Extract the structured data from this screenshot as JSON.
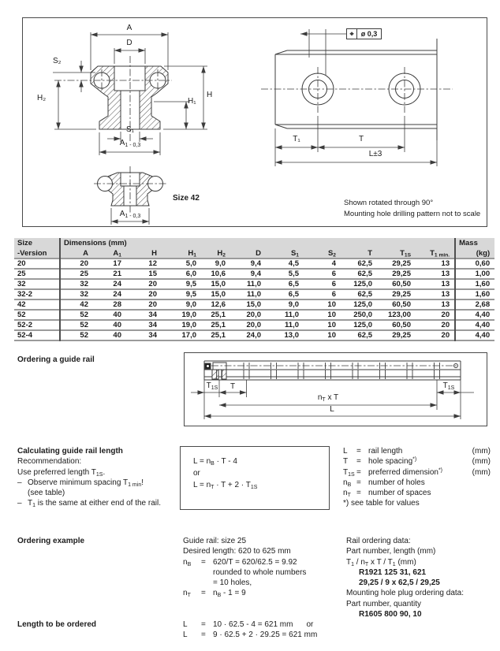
{
  "colors": {
    "ink": "#1c1c1c",
    "drawing_line": "#3c3c3c",
    "table_header_bg": "#d8d8d8",
    "row_rule": "#9b9b9b",
    "column_divider": "#4f4f4f"
  },
  "drawing": {
    "cross_section": {
      "dim_a": "A",
      "dim_d": "D",
      "dim_s2": "S₂",
      "dim_h2": "H₂",
      "dim_h": "H",
      "dim_h1": "H₁",
      "dim_s1": "S₁",
      "dim_a1": "A_{1 - 0,3}"
    },
    "size42": {
      "dim_a1": "A_{1 - 0,3}",
      "caption": "Size 42"
    },
    "top_view": {
      "tol_symbol": "⌖",
      "tol_value": "ø 0,3",
      "dim_t1": "T₁",
      "dim_t": "T",
      "dim_l": "L±3",
      "note1": "Shown rotated through 90°",
      "note2": "Mounting hole drilling pattern not to scale"
    }
  },
  "table": {
    "size_header_line1": "Size",
    "size_header_line2": "-Version",
    "dim_group_header": "Dimensions (mm)",
    "mass_header_line1": "Mass",
    "mass_header_line2": "(kg)",
    "columns": [
      "A",
      "A_{1}",
      "H",
      "H_{1}",
      "H_{2}",
      "D",
      "S_{1}",
      "S_{2}",
      "T",
      "T_{1S}",
      "T_{1 min.}"
    ],
    "rows": [
      {
        "version": "20",
        "values": [
          "20",
          "17",
          "12",
          "5,0",
          "9,0",
          "9,4",
          "4,5",
          "4",
          "62,5",
          "29,25",
          "13"
        ],
        "mass": "0,60"
      },
      {
        "version": "25",
        "values": [
          "25",
          "21",
          "15",
          "6,0",
          "10,6",
          "9,4",
          "5,5",
          "6",
          "62,5",
          "29,25",
          "13"
        ],
        "mass": "1,00"
      },
      {
        "version": "32",
        "values": [
          "32",
          "24",
          "20",
          "9,5",
          "15,0",
          "11,0",
          "6,5",
          "6",
          "125,0",
          "60,50",
          "13"
        ],
        "mass": "1,60"
      },
      {
        "version": "32-2",
        "values": [
          "32",
          "24",
          "20",
          "9,5",
          "15,0",
          "11,0",
          "6,5",
          "6",
          "62,5",
          "29,25",
          "13"
        ],
        "mass": "1,60"
      },
      {
        "version": "42",
        "values": [
          "42",
          "28",
          "20",
          "9,0",
          "12,6",
          "15,0",
          "9,0",
          "10",
          "125,0",
          "60,50",
          "13"
        ],
        "mass": "2,68"
      },
      {
        "version": "52",
        "values": [
          "52",
          "40",
          "34",
          "19,0",
          "25,1",
          "20,0",
          "11,0",
          "10",
          "250,0",
          "123,00",
          "20"
        ],
        "mass": "4,40"
      },
      {
        "version": "52-2",
        "values": [
          "52",
          "40",
          "34",
          "19,0",
          "25,1",
          "20,0",
          "11,0",
          "10",
          "125,0",
          "60,50",
          "20"
        ],
        "mass": "4,40"
      },
      {
        "version": "52-4",
        "values": [
          "52",
          "40",
          "34",
          "17,0",
          "25,1",
          "24,0",
          "13,0",
          "10",
          "62,5",
          "29,25",
          "20"
        ],
        "mass": "4,40"
      }
    ]
  },
  "ordering_rail": {
    "title": "Ordering a guide rail",
    "dim_t1s_left": "T_{1S}",
    "dim_t": "T",
    "dim_ntxt": "n_{T} x T",
    "dim_l": "L",
    "dim_t1s_right": "T_{1S}"
  },
  "calculating": {
    "title": "Calculating guide rail length",
    "line1": "Recommendation:",
    "line2": "Use preferred length T_{1S}.",
    "bullet1_dash": "–",
    "bullet1": "Observe minimum spacing T_{1 min}!",
    "bullet1b": "(see table)",
    "bullet2_dash": "–",
    "bullet2": "T_{1} is the same at either end of the rail.",
    "formula1": "L = n_{B} · T - 4",
    "formula2": "or",
    "formula3": "L = n_{T} · T + 2 · T_{1S}",
    "legend": [
      {
        "sym": "L",
        "eq": "=",
        "desc": "rail length",
        "unit": "(mm)"
      },
      {
        "sym": "T",
        "eq": "=",
        "desc": "hole spacing^{*)}",
        "unit": "(mm)"
      },
      {
        "sym": "T_{1S}",
        "eq": "=",
        "desc": "preferred dimension^{*)}",
        "unit": "(mm)"
      },
      {
        "sym": "n_{B}",
        "eq": "=",
        "desc": "number of holes",
        "unit": ""
      },
      {
        "sym": "n_{T}",
        "eq": "=",
        "desc": "number of spaces",
        "unit": ""
      }
    ],
    "legend_note": "*) see table for values"
  },
  "example": {
    "title": "Ordering example",
    "intro1": "Guide rail: size 25",
    "intro2": "Desired length: 620 to 625 mm",
    "calc": [
      {
        "sym": "n_{B}",
        "eq": "=",
        "expr": "620/T = 620/62.5 = 9.92"
      },
      {
        "sym": "",
        "eq": "",
        "expr": "rounded to whole numbers"
      },
      {
        "sym": "",
        "eq": "",
        "expr": "= 10 holes,"
      },
      {
        "sym": "n_{T}",
        "eq": "=",
        "expr": "n_{B} - 1 = 9"
      }
    ],
    "right": [
      "Rail ordering data:",
      "Part number, length (mm)",
      "T_{1} / n_{T} x T / T_{1} (mm)",
      "R1921 125 31, 621",
      "29,25 / 9 x 62,5 / 29,25",
      "Mounting hole plug ordering data:",
      "Part number, quantity",
      "R1605 800 90, 10"
    ]
  },
  "length_ordered": {
    "title": "Length to be ordered",
    "lines": [
      {
        "sym": "L",
        "eq": "=",
        "expr": "10 · 62.5 - 4 = 621 mm",
        "suffix": "or"
      },
      {
        "sym": "L",
        "eq": "=",
        "expr": "9 · 62.5 + 2 · 29.25 = 621 mm",
        "suffix": ""
      }
    ]
  }
}
